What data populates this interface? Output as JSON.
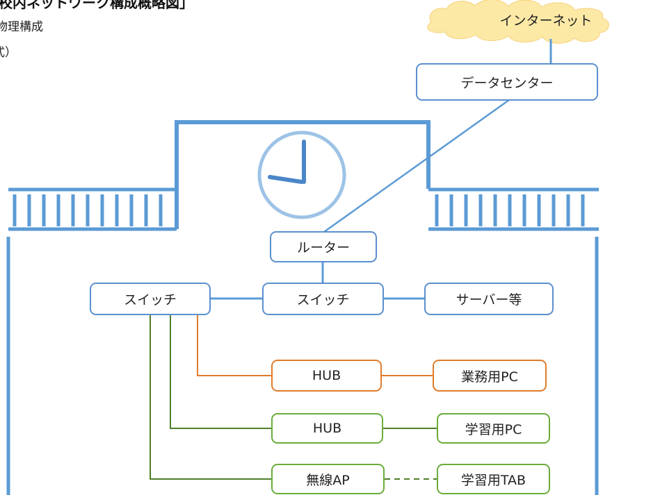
{
  "header": {
    "title": "校内ネットワーク構成概略図」",
    "subtitle_1": "物理構成",
    "subtitle_2": "式）"
  },
  "internet": {
    "label": "インターネット"
  },
  "nodes": {
    "datacenter": "データセンター",
    "router": "ルーター",
    "switch_left": "スイッチ",
    "switch_center": "スイッチ",
    "servers": "サーバー等",
    "hub_business": "HUB",
    "business_pc": "業務用PC",
    "hub_learning": "HUB",
    "learning_pc": "学習用PC",
    "wireless_ap": "無線AP",
    "learning_tab": "学習用TAB"
  },
  "colors": {
    "building": "#5b9bd5",
    "node_border": "#5b8fd0",
    "business_link": "#e07b2a",
    "learning_link": "#6aac3b",
    "cloud_fill": "#fde9a6",
    "clock": "#5b9bd5"
  },
  "icons": [
    "cloud-icon",
    "clock-icon",
    "school-building-outline"
  ]
}
